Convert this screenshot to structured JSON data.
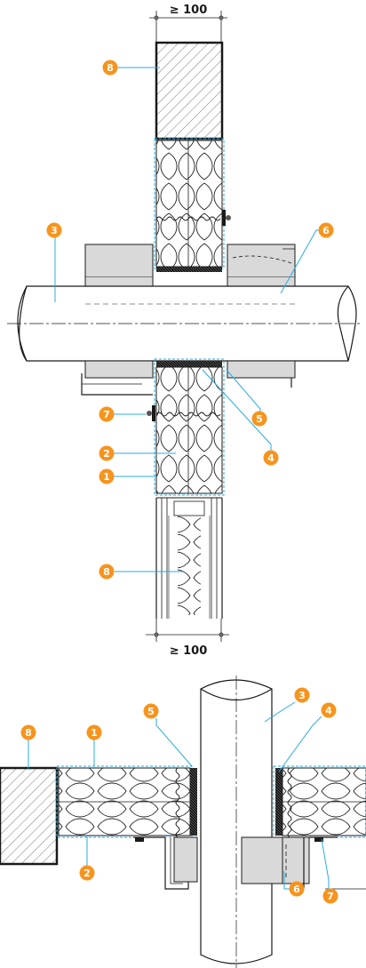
{
  "dimensions": {
    "top": "≥ 100",
    "bottom": "≥ 100"
  },
  "colors": {
    "badge": "#f7941d",
    "leader": "#29abe2",
    "line": "#1a1a1a",
    "grey_fill": "#d9d9d9",
    "dark_grey": "#9a9a9a"
  },
  "callouts": {
    "top_view": [
      {
        "id": "c1",
        "label": "1"
      },
      {
        "id": "c2",
        "label": "2"
      },
      {
        "id": "c3",
        "label": "3"
      },
      {
        "id": "c4",
        "label": "4"
      },
      {
        "id": "c5",
        "label": "5"
      },
      {
        "id": "c6",
        "label": "6"
      },
      {
        "id": "c7",
        "label": "7"
      },
      {
        "id": "c8a",
        "label": "8"
      },
      {
        "id": "c8b",
        "label": "8"
      }
    ],
    "bottom_view": [
      {
        "id": "d1",
        "label": "1"
      },
      {
        "id": "d2",
        "label": "2"
      },
      {
        "id": "d3",
        "label": "3"
      },
      {
        "id": "d4",
        "label": "4"
      },
      {
        "id": "d5",
        "label": "5"
      },
      {
        "id": "d6",
        "label": "6"
      },
      {
        "id": "d7",
        "label": "7"
      },
      {
        "id": "d8",
        "label": "8"
      }
    ]
  }
}
